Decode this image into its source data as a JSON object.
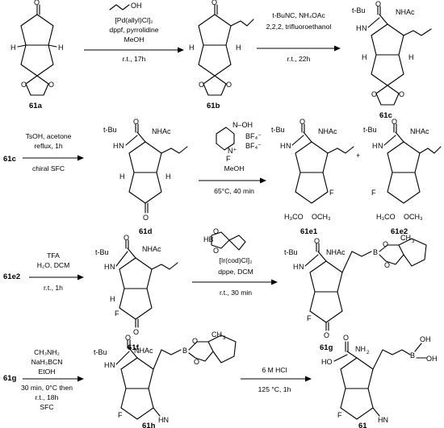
{
  "compounds": {
    "c61a": "61a",
    "c61b": "61b",
    "c61c": "61c",
    "c61d": "61d",
    "c61e1": "61e1",
    "c61e2": "61e2",
    "c61f": "61f",
    "c61g": "61g",
    "c61h": "61h",
    "c61": "61"
  },
  "row_start_labels": {
    "r2": "61c",
    "r3": "61e2",
    "r4": "61g"
  },
  "atoms": {
    "O": "O",
    "H": "H",
    "tBu": "t-Bu",
    "N": "N",
    "NH": "NH",
    "NHAc": "NHAc",
    "F": "F",
    "B": "B",
    "OH": "OH",
    "NH2": "NH",
    "NH2_sub": "2",
    "HO": "HO",
    "CH3": "CH",
    "CH3_sub": "3",
    "H3CO": "H₃CO",
    "OCH3": "OCH₃",
    "HN": "HN",
    "plus": "+",
    "BF4": "BF₄⁻",
    "NOH": "N–OH",
    "Nplus": "N⁺",
    "HB": "HB"
  },
  "steps": {
    "s1": {
      "reagent_top": "OH",
      "lines": [
        "[Pd(allyl)Cl]₂",
        "dppf, pyrrolidine",
        "MeOH"
      ],
      "below": "r.t., 17h"
    },
    "s2": {
      "lines": [
        "t-BuNC, NH₄OAc",
        "2,2,2, trifluoroethanol"
      ],
      "below": "r.t., 22h"
    },
    "s3": {
      "lines": [
        "TsOH, acetone",
        "reflux, 1h"
      ],
      "below": "chiral SFC"
    },
    "s4": {
      "lines": [
        "MeOH"
      ],
      "below": "65°C, 40 min"
    },
    "s5": {
      "lines": [
        "TFA",
        "H₂O, DCM"
      ],
      "below": "r.t., 1h"
    },
    "s6": {
      "lines": [
        "[Ir(cod)Cl]₂",
        "dppe, DCM"
      ],
      "below": "r.t., 30 min"
    },
    "s7": {
      "lines": [
        "CH₃NH₂",
        "NaH₃BCN",
        "EtOH"
      ],
      "below_lines": [
        "30 min, 0°C then",
        "r.t., 18h",
        "SFC"
      ]
    },
    "s8": {
      "lines": [
        "6 M HCl"
      ],
      "below": "125 °C, 1h"
    }
  }
}
